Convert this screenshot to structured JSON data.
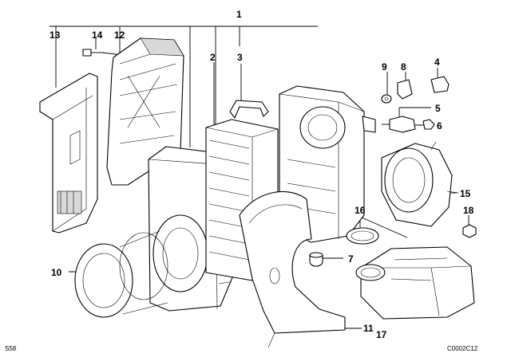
{
  "diagram": {
    "callouts": [
      "1",
      "2",
      "3",
      "4",
      "5",
      "6",
      "7",
      "8",
      "9",
      "10",
      "11",
      "12",
      "13",
      "14",
      "15",
      "16",
      "17",
      "18"
    ],
    "corner_left": "S58",
    "corner_right": "C0002C12"
  },
  "icons": {
    "filter_housing_upper": "air-filter-housing-upper-icon",
    "filter_housing_lower": "air-filter-housing-lower-icon",
    "filter_element": "filter-element-icon",
    "intake_elbow": "intake-elbow-icon",
    "bracket": "mounting-bracket-icon",
    "resonator": "resonator-icon"
  }
}
